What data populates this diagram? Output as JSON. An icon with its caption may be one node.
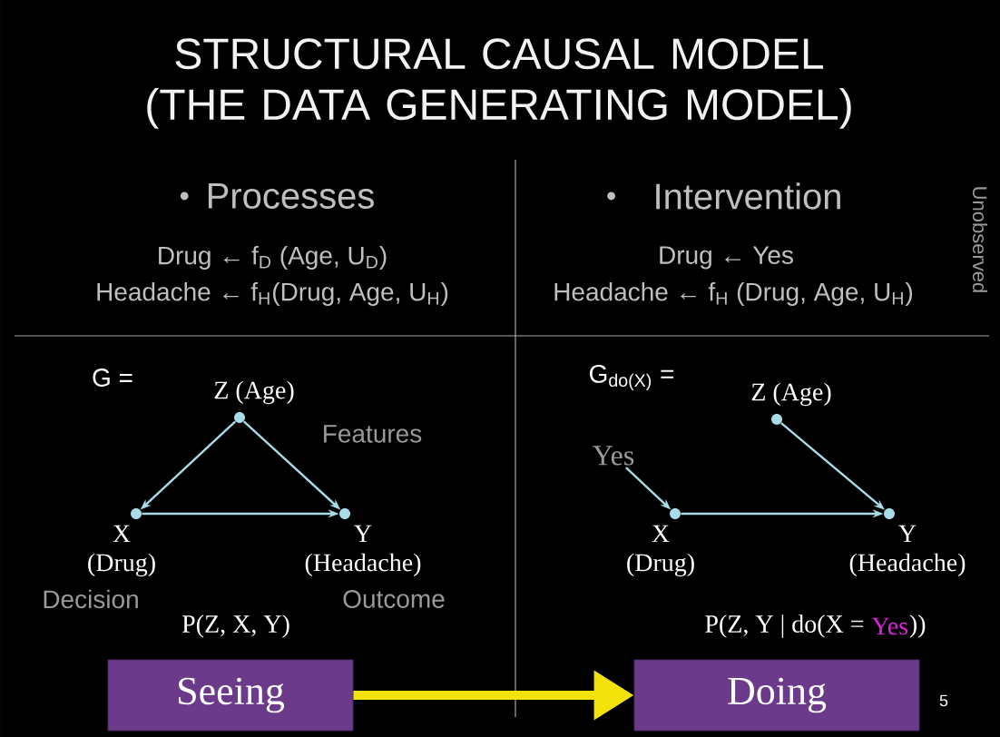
{
  "diagram": {
    "title": "STRUCTURAL CAUSAL MODEL (THE DATA GENERATING MODEL)",
    "nodes": [
      {
        "text": [
          "Z (Age)"
        ]
      },
      {
        "text": [
          "X",
          "(Drug)"
        ]
      },
      {
        "text": [
          "Y",
          "(Headache)"
        ]
      },
      {
        "text": [
          "Z (Age)"
        ]
      },
      {
        "text": [
          "Yes"
        ]
      },
      {
        "text": [
          "X",
          "(Drug)"
        ]
      },
      {
        "text": [
          "Y",
          "(Headache)"
        ]
      },
      {
        "text": [
          "Seeing"
        ]
      },
      {
        "text": [
          "Doing"
        ]
      }
    ],
    "edges": [
      {
        "from": 0,
        "to": 1,
        "arrow": "to"
      },
      {
        "from": 0,
        "to": 2,
        "arrow": "to"
      },
      {
        "from": 1,
        "to": 2,
        "arrow": "to"
      },
      {
        "from": 4,
        "to": 5,
        "arrow": "to"
      },
      {
        "from": 3,
        "to": 6,
        "arrow": "to"
      },
      {
        "from": 5,
        "to": 6,
        "arrow": "to"
      },
      {
        "from": 7,
        "to": 8,
        "arrow": "to",
        "style": "thick",
        "color": "#f2e20a"
      }
    ],
    "labels": [
      "Processes",
      "Drug ← f$_{D}$ (Age, U$_{D}$)",
      "Headache ← f$_{H}$(Drug, Age, U$_{H}$)",
      "Intervention",
      "Drug ← Yes",
      "Headache ← f$_{H}$ (Drug, Age, U$_{H}$)",
      "Unobserved",
      "G =",
      "Features",
      "Decision",
      "Outcome",
      "P(Z, X, Y)",
      "G$_{do(X)}$ =",
      "P(Z, Y | do(X =",
      "Yes",
      "))",
      "5"
    ]
  }
}
